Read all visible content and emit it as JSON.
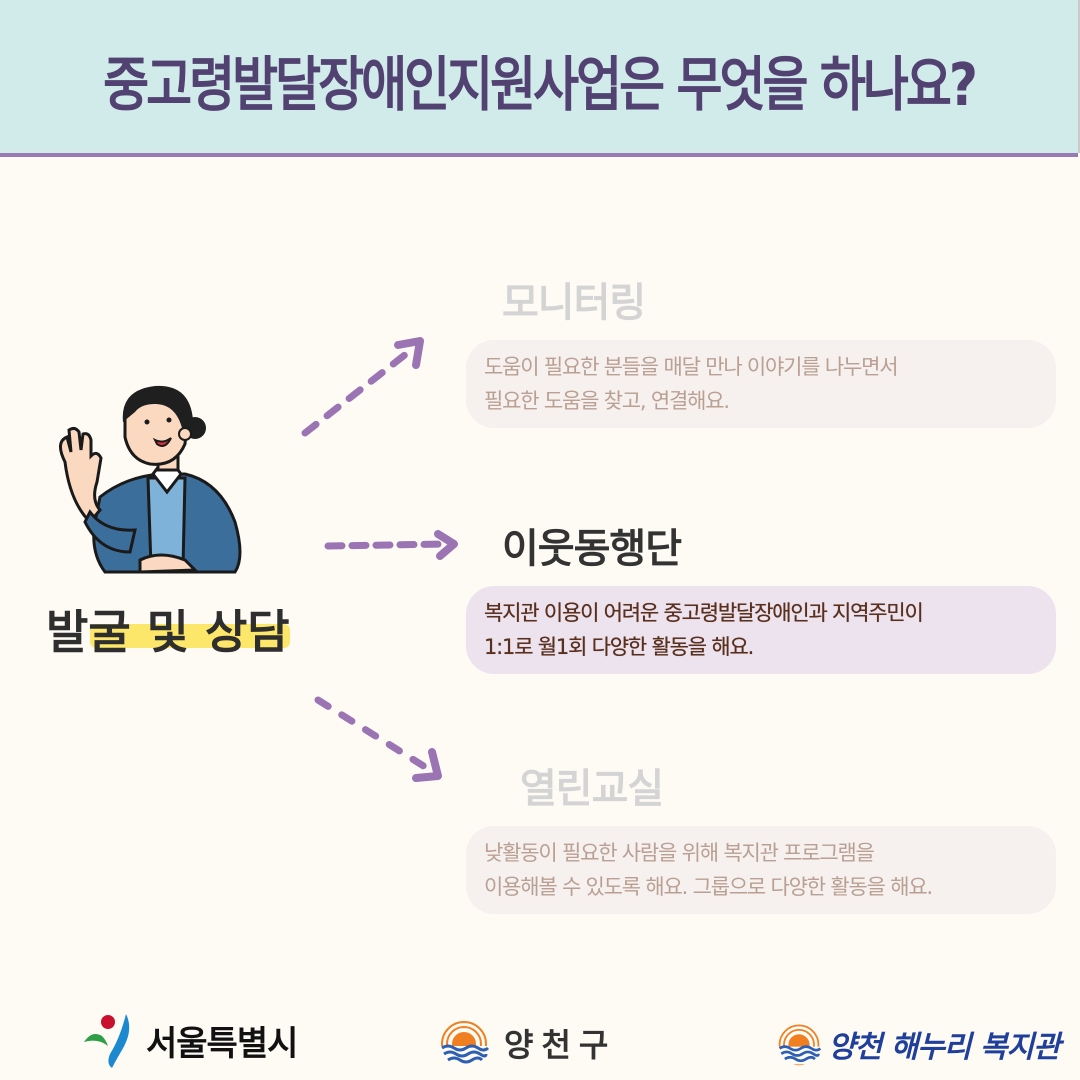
{
  "header": {
    "title": "중고령발달장애인지원사업은 무엇을 하나요?"
  },
  "colors": {
    "header_bg": "#d1eaea",
    "header_line": "#9b7ab3",
    "title": "#524272",
    "page_bg": "#fefbf4",
    "arrow": "#9b74b3",
    "highlight": "#fde76a",
    "active_cloud_bg": "#ede3ee",
    "dim_cloud_bg": "#f6f0ef"
  },
  "center": {
    "label": "발굴 및 상담",
    "illustration": "counselor-woman-illustration"
  },
  "items": [
    {
      "title": "모니터링",
      "state": "dim",
      "lines": [
        "도움이 필요한 분들을 매달 만나 이야기를 나누면서",
        "필요한 도움을 찾고, 연결해요."
      ]
    },
    {
      "title": "이웃동행단",
      "state": "active",
      "lines": [
        "복지관 이용이 어려운 중고령발달장애인과 지역주민이",
        " 1:1로 월1회 다양한 활동을 해요."
      ]
    },
    {
      "title": "열린교실",
      "state": "dim",
      "lines": [
        "낮활동이 필요한 사람을 위해 복지관 프로그램을",
        "이용해볼 수 있도록 해요. 그룹으로 다양한 활동을 해요."
      ]
    }
  ],
  "footer": {
    "logos": [
      {
        "name": "seoul-logo",
        "text": "서울특별시"
      },
      {
        "name": "yangcheon-gu-logo",
        "text": "양천구"
      },
      {
        "name": "haenuri-welfare-center-logo",
        "text": "양천 해누리 복지관"
      }
    ]
  }
}
